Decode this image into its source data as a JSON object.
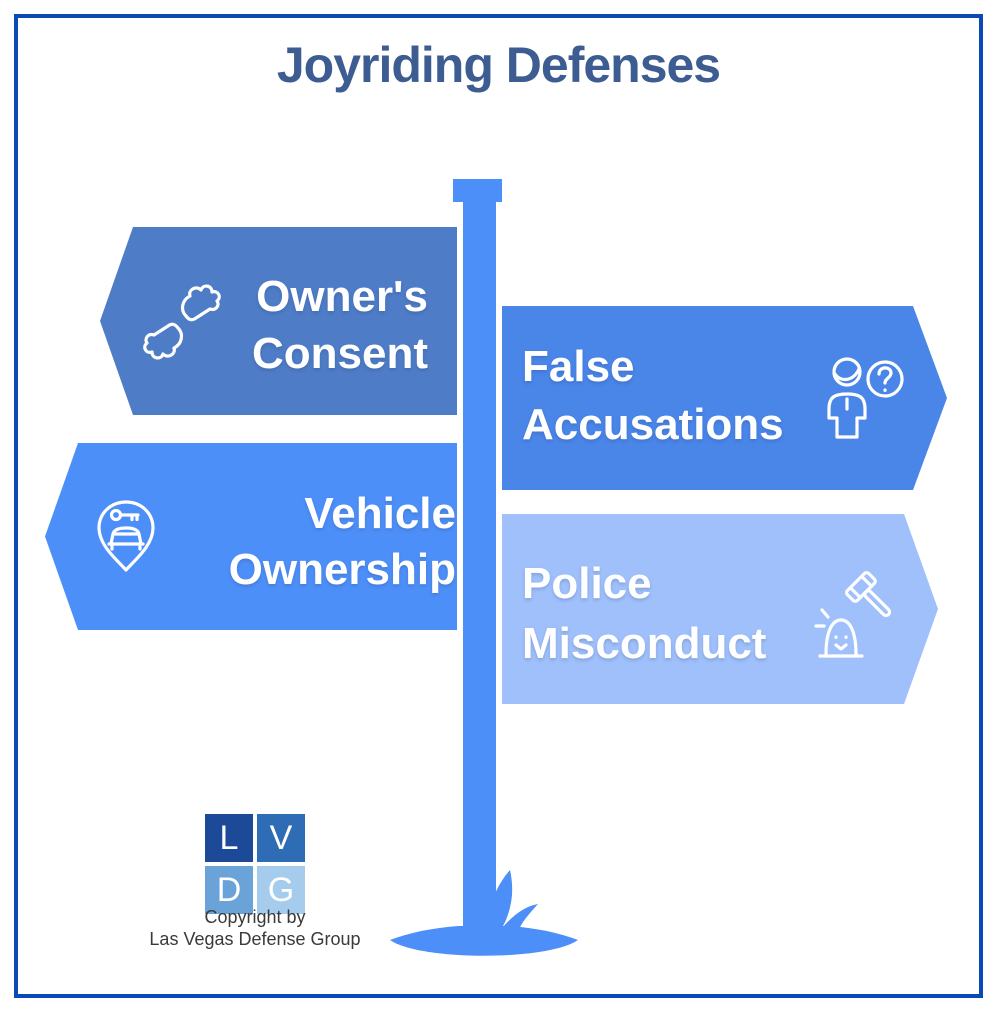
{
  "title": "Joyriding Defenses",
  "signs": [
    {
      "label": "Owner's Consent",
      "lines": [
        "Owner's",
        "Consent"
      ],
      "direction": "left",
      "icon": "helping-hands-icon"
    },
    {
      "label": "False Accusations",
      "lines": [
        "False",
        "Accusations"
      ],
      "direction": "right",
      "icon": "accused-person-question-icon"
    },
    {
      "label": "Vehicle Ownership",
      "lines": [
        "Vehicle",
        "Ownership"
      ],
      "direction": "left",
      "icon": "car-pin-key-icon"
    },
    {
      "label": "Police Misconduct",
      "lines": [
        "Police",
        "Misconduct"
      ],
      "direction": "right",
      "icon": "gavel-siren-icon"
    }
  ],
  "footer": {
    "logo_letters": [
      "L",
      "V",
      "D",
      "G"
    ],
    "copyright_line1": "Copyright by",
    "copyright_line2": "Las Vegas Defense Group"
  },
  "colors": {
    "border": "#0a4ab8",
    "title": "#3d5d92",
    "sign_owners_consent": "#4e7cc6",
    "sign_false_accusations": "#4a85e8",
    "sign_vehicle_ownership": "#4d8ff8",
    "sign_police_misconduct": "#9fc0fa",
    "pole": "#4d8ff8",
    "grass": "#4d8ff8",
    "sign_text": "#ffffff",
    "logo_tile_l": "#1c4a99",
    "logo_tile_v": "#2e6cb5",
    "logo_tile_d": "#6aa3d8",
    "logo_tile_g": "#a6cced",
    "copyright_text": "#3a3a3a"
  }
}
